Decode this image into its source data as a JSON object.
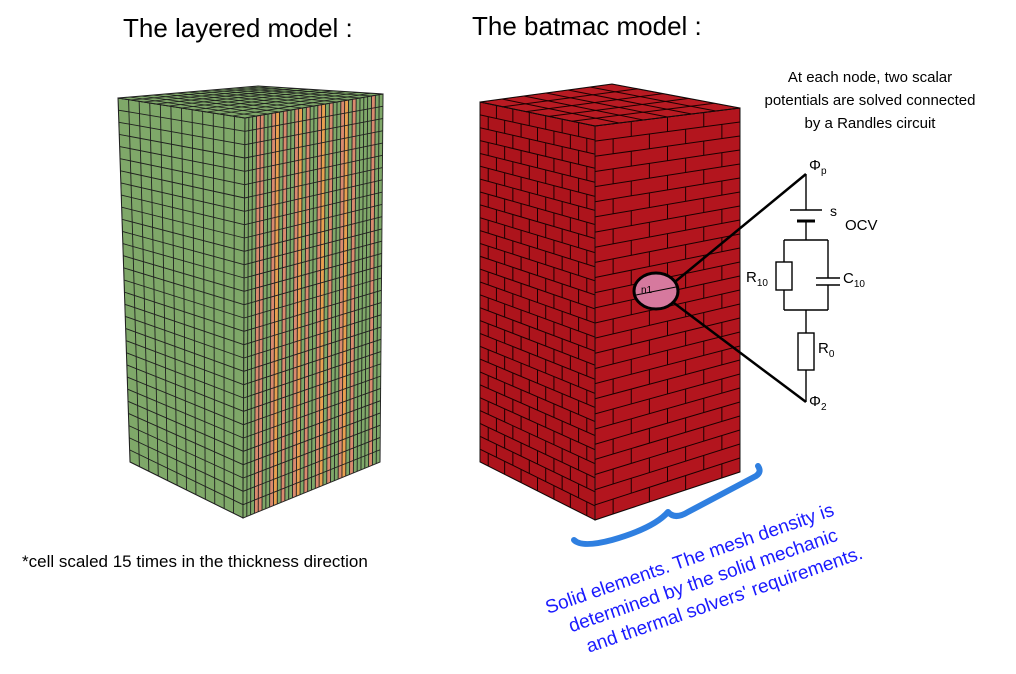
{
  "titles": {
    "layered": "The layered model :",
    "batmac": "The batmac model :"
  },
  "node_note": [
    "At each node, two scalar",
    "potentials are solved connected",
    "by a Randles circuit"
  ],
  "node_label": "n1",
  "circuit": {
    "phi_p": "Φ",
    "phi_p_sub": "p",
    "ocv": "OCV",
    "r10": "R",
    "r10_sub": "10",
    "c10": "C",
    "c10_sub": "10",
    "r0": "R",
    "r0_sub": "0",
    "phi_2": "Φ",
    "phi_2_sub": "2"
  },
  "scale_note": "*cell scaled 15 times in the thickness direction",
  "solid_note": [
    "Solid elements. The mesh density is",
    "determined by the solid mechanic",
    "and thermal solvers' requirements."
  ],
  "colors": {
    "layer_green": "#7fa869",
    "layer_salmon": "#d98a6e",
    "layer_orange": "#e8a050",
    "solid_red": "#b3151e",
    "node_pink": "#d6799e",
    "annotation_blue": "#1a1aff",
    "brace_blue": "#2f7fe0"
  }
}
